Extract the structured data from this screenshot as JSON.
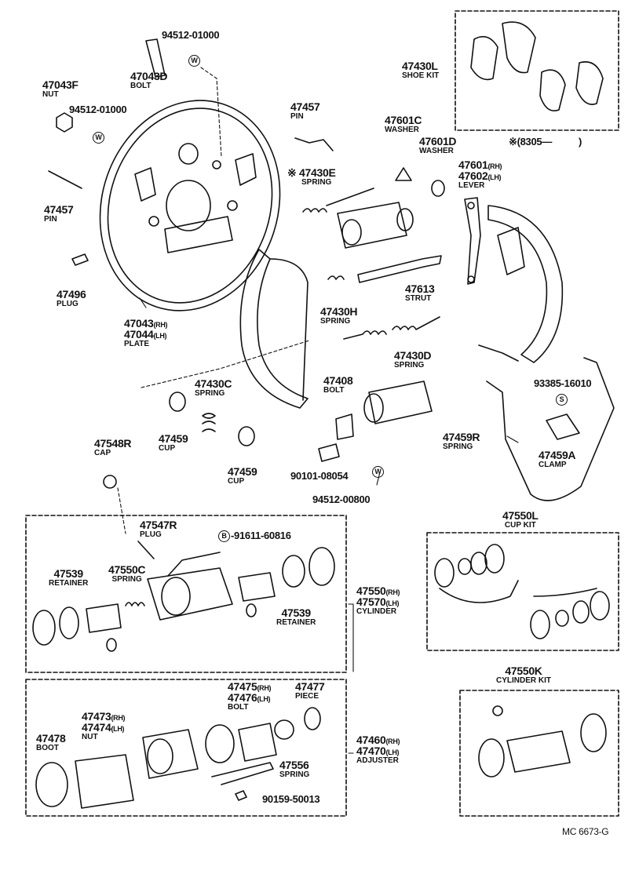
{
  "note": {
    "symbol": "※",
    "range": "(8305—"
  },
  "catalog_code": "MC  6673-G",
  "markers": {
    "w": "W",
    "s": "S",
    "b": "B"
  },
  "parts": {
    "p94512_01000_a": "94512-01000",
    "p47043d": {
      "num": "47043D",
      "desc": "BOLT"
    },
    "p47043f": {
      "num": "47043F",
      "desc": "NUT"
    },
    "p94512_01000_b": "94512-01000",
    "p47457_left": {
      "num": "47457",
      "desc": "PIN"
    },
    "p47496": {
      "num": "47496",
      "desc": "PLUG"
    },
    "p47043": {
      "num1": "47043",
      "sfx1": "(RH)",
      "num2": "47044",
      "sfx2": "(LH)",
      "desc": "PLATE"
    },
    "p47457_top": {
      "num": "47457",
      "desc": "PIN"
    },
    "p47430e": {
      "mark": "※",
      "num": "47430E",
      "desc": "SPRING"
    },
    "p47601c": {
      "num": "47601C",
      "desc": "WASHER"
    },
    "p47601d": {
      "num": "47601D",
      "desc": "WASHER"
    },
    "p47601": {
      "num1": "47601",
      "sfx1": "(RH)",
      "num2": "47602",
      "sfx2": "(LH)",
      "desc": "LEVER"
    },
    "p47430l": {
      "num": "47430L",
      "desc": "SHOE KIT"
    },
    "p47613": {
      "num": "47613",
      "desc": "STRUT"
    },
    "p47430h": {
      "num": "47430H",
      "desc": "SPRING"
    },
    "p47430d": {
      "num": "47430D",
      "desc": "SPRING"
    },
    "p47408": {
      "num": "47408",
      "desc": "BOLT"
    },
    "p47430c": {
      "num": "47430C",
      "desc": "SPRING"
    },
    "p47459_cup1": {
      "num": "47459",
      "desc": "CUP"
    },
    "p47459_cup2": {
      "num": "47459",
      "desc": "CUP"
    },
    "p93385": "93385-16010",
    "p47459r": {
      "num": "47459R",
      "desc": "SPRING"
    },
    "p47459a": {
      "num": "47459A",
      "desc": "CLAMP"
    },
    "p47548r": {
      "num": "47548R",
      "desc": "CAP"
    },
    "p90101": "90101-08054",
    "p94512_00800": "94512-00800",
    "p47547r": {
      "num": "47547R",
      "desc": "PLUG"
    },
    "p91611": "-91611-60816",
    "p47539_l": {
      "num": "47539",
      "desc": "RETAINER"
    },
    "p47550c": {
      "num": "47550C",
      "desc": "SPRING"
    },
    "p47539_r": {
      "num": "47539",
      "desc": "RETAINER"
    },
    "p47550": {
      "num1": "47550",
      "sfx1": "(RH)",
      "num2": "47570",
      "sfx2": "(LH)",
      "desc": "CYLINDER"
    },
    "p47550l": {
      "num": "47550L",
      "desc": "CUP KIT"
    },
    "p47550k": {
      "num": "47550K",
      "desc": "CYLINDER KIT"
    },
    "p47475": {
      "num1": "47475",
      "sfx1": "(RH)",
      "num2": "47476",
      "sfx2": "(LH)",
      "desc": "BOLT"
    },
    "p47477": {
      "num": "47477",
      "desc": "PIECE"
    },
    "p47473": {
      "num1": "47473",
      "sfx1": "(RH)",
      "num2": "47474",
      "sfx2": "(LH)",
      "desc": "NUT"
    },
    "p47478": {
      "num": "47478",
      "desc": "BOOT"
    },
    "p47460": {
      "num1": "47460",
      "sfx1": "(RH)",
      "num2": "47470",
      "sfx2": "(LH)",
      "desc": "ADJUSTER"
    },
    "p47556": {
      "num": "47556",
      "desc": "SPRING"
    },
    "p90159": "90159-50013"
  }
}
